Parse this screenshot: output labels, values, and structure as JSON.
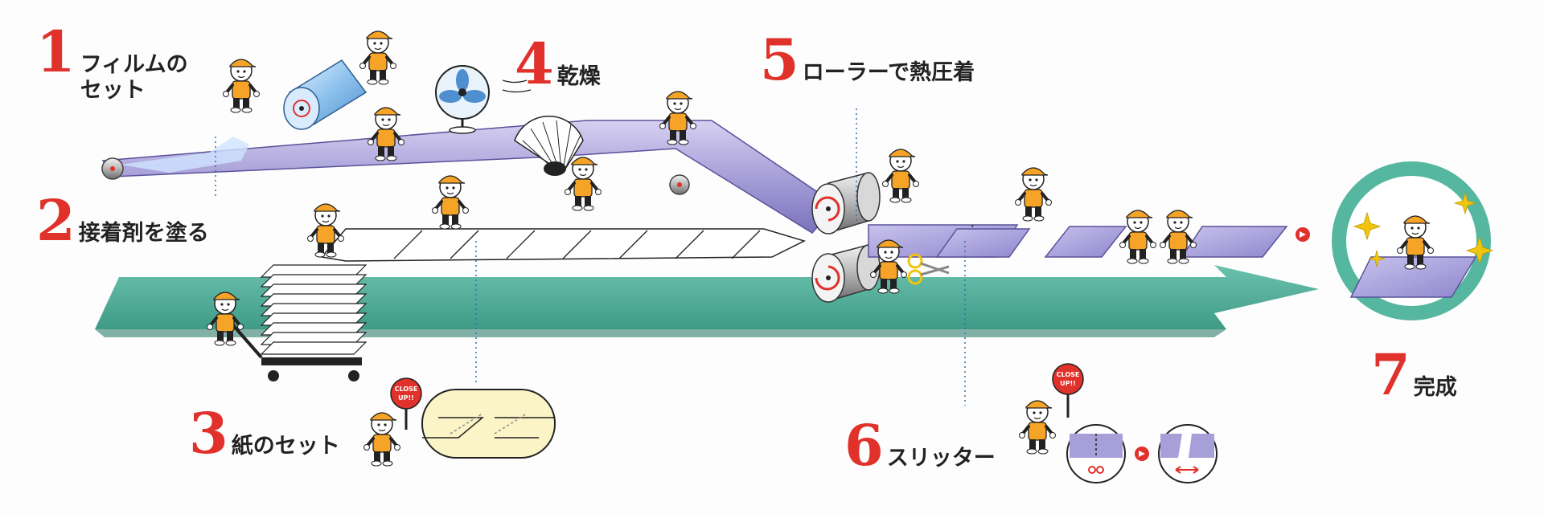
{
  "steps": [
    {
      "num": "1",
      "label_line1": "フィルムの",
      "label_line2": "セット"
    },
    {
      "num": "2",
      "label": "接着剤を塗る"
    },
    {
      "num": "3",
      "label": "紙のセット"
    },
    {
      "num": "4",
      "label": "乾燥"
    },
    {
      "num": "5",
      "label": "ローラーで熱圧着"
    },
    {
      "num": "6",
      "label": "スリッター"
    },
    {
      "num": "7",
      "label": "完成"
    }
  ],
  "badges": {
    "close_up_line1": "CLOSE",
    "close_up_line2": "UP!!"
  },
  "colors": {
    "accent_red": "#e0312b",
    "film_purple": "#a79fd8",
    "arrow_teal": "#4aa996",
    "worker_orange": "#f5a427",
    "complete_ring": "#55b79f"
  }
}
